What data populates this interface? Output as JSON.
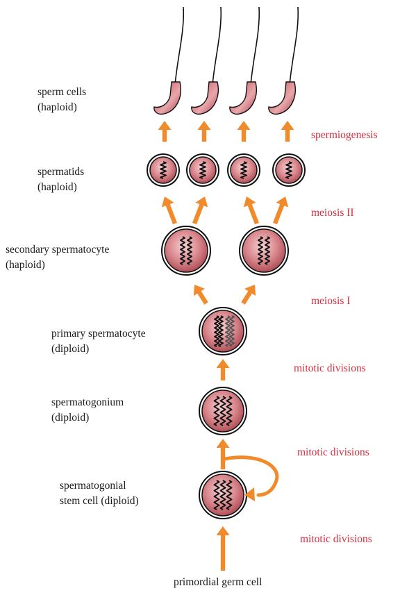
{
  "colors": {
    "arrow": "#f08a2a",
    "process_text": "#d32f3f",
    "label_text": "#1a1a1a",
    "cell_fill_inner": "#f4c6c6",
    "cell_fill_outer": "#b04a52",
    "cell_border": "#111111"
  },
  "stages": [
    {
      "id": "sperm-cells",
      "line1": "sperm cells",
      "line2": "(haploid)"
    },
    {
      "id": "spermatids",
      "line1": "spermatids",
      "line2": "(haploid)"
    },
    {
      "id": "secondary-spermatocyte",
      "line1": "secondary spermatocyte",
      "line2": "(haploid)"
    },
    {
      "id": "primary-spermatocyte",
      "line1": "primary spermatocyte",
      "line2": "(diploid)"
    },
    {
      "id": "spermatogonium",
      "line1": "spermatogonium",
      "line2": "(diploid)"
    },
    {
      "id": "spermatogonial-stem-cell",
      "line1": "spermatogonial",
      "line2": "stem cell (diploid)"
    },
    {
      "id": "primordial-germ-cell",
      "line1": "primordial germ cell"
    }
  ],
  "processes": [
    {
      "id": "spermiogenesis",
      "label": "spermiogenesis"
    },
    {
      "id": "meiosis-ii",
      "label": "meiosis II"
    },
    {
      "id": "meiosis-i",
      "label": "meiosis I"
    },
    {
      "id": "mitotic-divisions-1",
      "label": "mitotic divisions"
    },
    {
      "id": "mitotic-divisions-2",
      "label": "mitotic divisions"
    },
    {
      "id": "mitotic-divisions-3",
      "label": "mitotic divisions"
    }
  ]
}
